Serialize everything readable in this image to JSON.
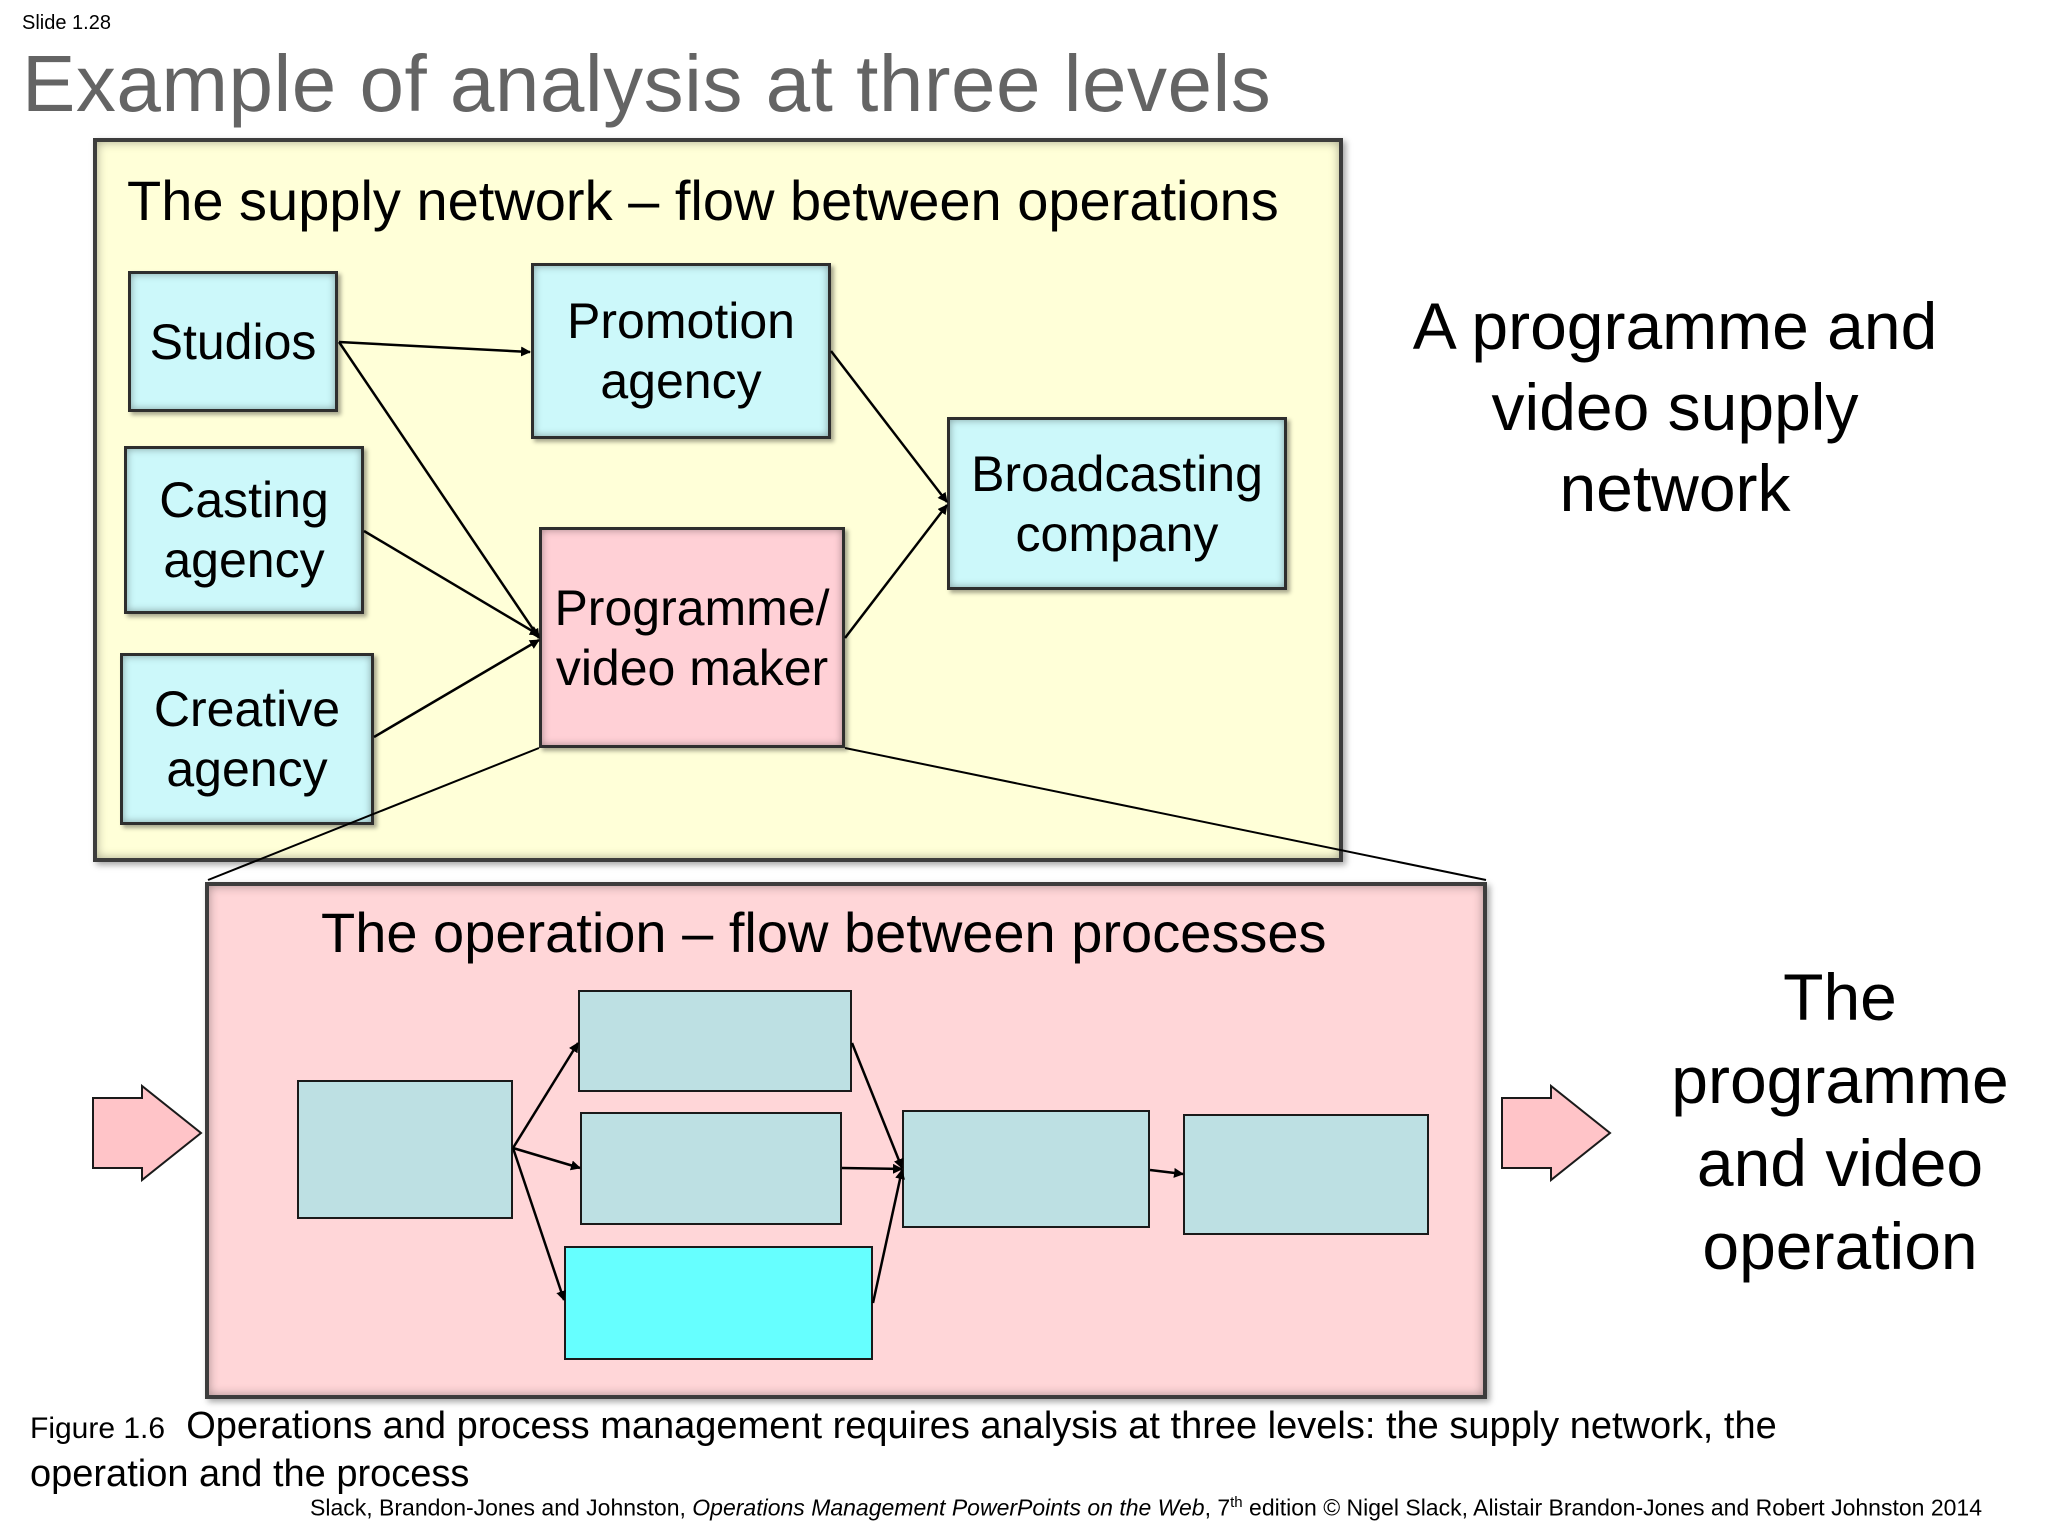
{
  "slide_number": "Slide 1.28",
  "title": "Example of analysis at three levels",
  "supply_network": {
    "heading": "The supply network – flow between operations",
    "nodes": {
      "studios": "Studios",
      "promotion_agency": "Promotion agency",
      "casting_agency": "Casting agency",
      "programme_video_maker": "Programme/ video maker",
      "broadcasting_company": "Broadcasting company",
      "creative_agency": "Creative agency"
    },
    "side_label": "A programme and video supply network"
  },
  "operation": {
    "heading": "The operation – flow between processes",
    "side_label": "The programme and video operation"
  },
  "caption": {
    "figure_label": "Figure 1.6",
    "text": "Operations and process management requires analysis at three levels: the supply network, the operation and the process"
  },
  "credit": {
    "authors": "Slack, Brandon-Jones and Johnston, ",
    "book": "Operations Management PowerPoints on the Web",
    "edition_pre": ", 7",
    "edition_sup": "th",
    "rest": " edition © Nigel Slack, Alistair Brandon-Jones and Robert Johnston 2014"
  },
  "colors": {
    "title_gray": "#646464",
    "yellow_panel": "#ffffd8",
    "pink_panel": "#ffd6d8",
    "cyan_node": "#ccf8fa",
    "pink_node": "#ffd0d6",
    "process_box": "#bde0e3",
    "highlight_process": "#66ffff"
  }
}
